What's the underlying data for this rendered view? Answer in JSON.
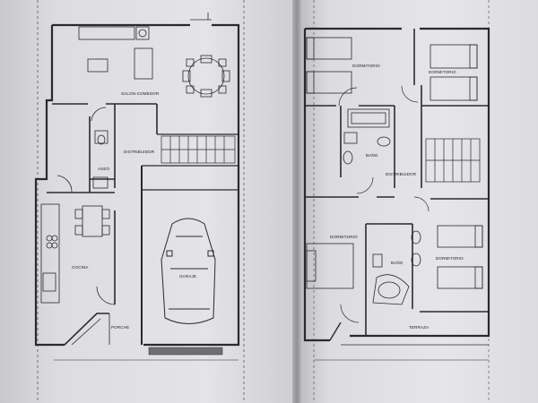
{
  "ground_floor": {
    "salon_comedor": "SALON-COMEDOR",
    "aseo": "ASEO",
    "distribuidor": "DISTRIBUIDOR",
    "cocina": "COCINA",
    "garaje": "GARAJE",
    "porche": "PORCHE"
  },
  "upper_floor": {
    "dormitorio_1": "DORMITORIO",
    "dormitorio_2": "DORMITORIO",
    "bano_1": "BAÑO",
    "distribuidor": "DISTRIBUIDOR",
    "dormitorio_3": "DORMITORIO",
    "bano_2": "BAÑO",
    "dormitorio_4": "DORMITORIO",
    "terraza": "TERRAZA"
  },
  "colors": {
    "line": "#2a2a2c",
    "wall_fill": "#f3f2f4",
    "paper": "#e3e2e5"
  }
}
